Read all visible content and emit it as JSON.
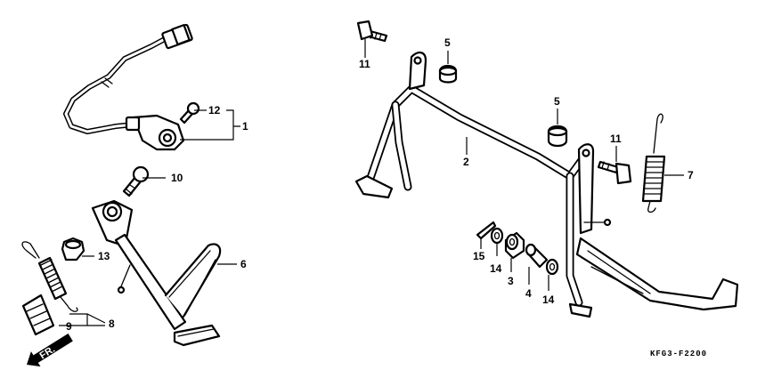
{
  "callouts": {
    "c1": "1",
    "c2": "2",
    "c3": "3",
    "c4": "4",
    "c5a": "5",
    "c5b": "5",
    "c6": "6",
    "c7": "7",
    "c8": "8",
    "c9": "9",
    "c10": "10",
    "c11a": "11",
    "c11b": "11",
    "c12": "12",
    "c13": "13",
    "c14a": "14",
    "c14b": "14",
    "c15": "15"
  },
  "front_arrow": "FR.",
  "diagram_code": "KFG3-F2200"
}
